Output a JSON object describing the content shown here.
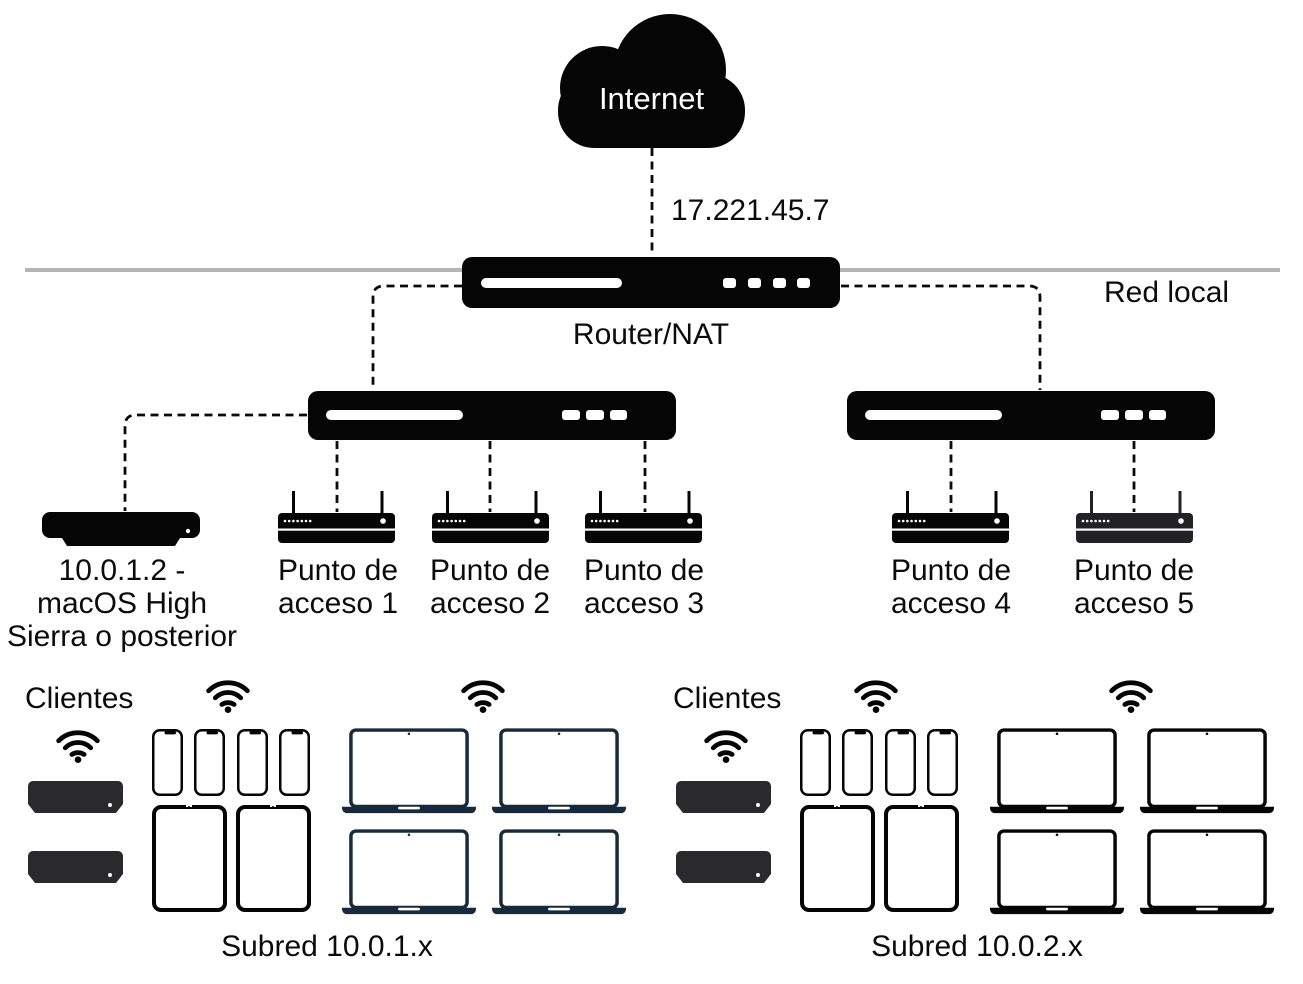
{
  "labels": {
    "internet": "Internet",
    "wan_ip": "17.221.45.7",
    "local_network": "Red local",
    "router": "Router/NAT",
    "server": [
      "10.0.1.2 -",
      "macOS High",
      "Sierra o posterior"
    ],
    "subnet_left": "Subred 10.0.1.x",
    "subnet_right": "Subred 10.0.2.x",
    "clients_left": "Clientes",
    "clients_right": "Clientes"
  },
  "access_points": [
    {
      "line1": "Punto de",
      "line2": "acceso 1"
    },
    {
      "line1": "Punto de",
      "line2": "acceso 2"
    },
    {
      "line1": "Punto de",
      "line2": "acceso 3"
    },
    {
      "line1": "Punto de",
      "line2": "acceso 4"
    },
    {
      "line1": "Punto de",
      "line2": "acceso 5"
    }
  ],
  "icons": [
    "internet-cloud-icon",
    "router-icon",
    "switch-icon",
    "access-point-icon",
    "mac-mini-icon",
    "wifi-icon",
    "iphone-icon",
    "ipad-icon",
    "macbook-icon"
  ],
  "colors": {
    "device_black": "#050505",
    "client_mini_gray": "#2a2a2c",
    "ap5_gray": "#222226",
    "laptop_navy": "#17293a",
    "network_line_gray": "#b4b4ba"
  }
}
